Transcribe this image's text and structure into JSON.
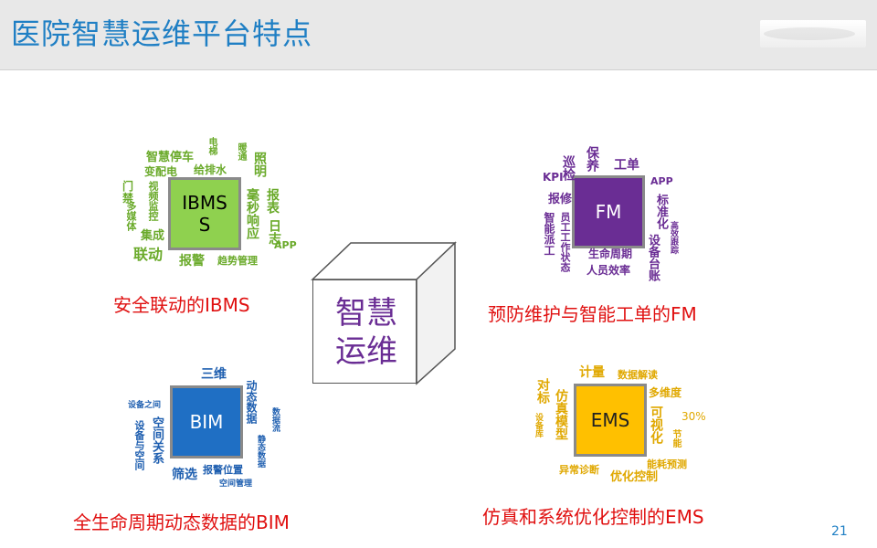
{
  "header": {
    "title": "医院智慧运维平台特点"
  },
  "center": {
    "label": "智慧\n运维"
  },
  "ibms": {
    "box_label": "IBMS\nS",
    "caption": "安全联动的IBMS",
    "words": [
      "智慧停车",
      "电梯",
      "变配电",
      "给排水",
      "暖通",
      "照明",
      "门禁",
      "视频监控",
      "多媒体",
      "集成",
      "联动",
      "报警",
      "趋势管理",
      "毫秒响应",
      "报表",
      "日志",
      "APP"
    ]
  },
  "fm": {
    "box_label": "FM",
    "caption": "预防维护与智能工单的FM",
    "words": [
      "巡检",
      "保养",
      "工单",
      "KPI",
      "APP",
      "报修",
      "标准化",
      "智能派工",
      "员工工作状态",
      "生命周期",
      "人员效率",
      "设备台账",
      "高效跟踪"
    ]
  },
  "bim": {
    "box_label": "BIM",
    "caption": "全生命周期动态数据的BIM",
    "words": [
      "三维",
      "动态数据",
      "设备之间",
      "空间关系",
      "设备与空间",
      "数据流",
      "静态数据",
      "筛选",
      "报警位置",
      "空间管理"
    ]
  },
  "ems": {
    "box_label": "EMS",
    "caption": "仿真和系统优化控制的EMS",
    "words": [
      "计量",
      "数据解读",
      "对标",
      "仿真模型",
      "多维度",
      "设备库",
      "可视化",
      "30%",
      "节能",
      "异常诊断",
      "优化控制",
      "能耗预测"
    ]
  },
  "page_number": "21"
}
